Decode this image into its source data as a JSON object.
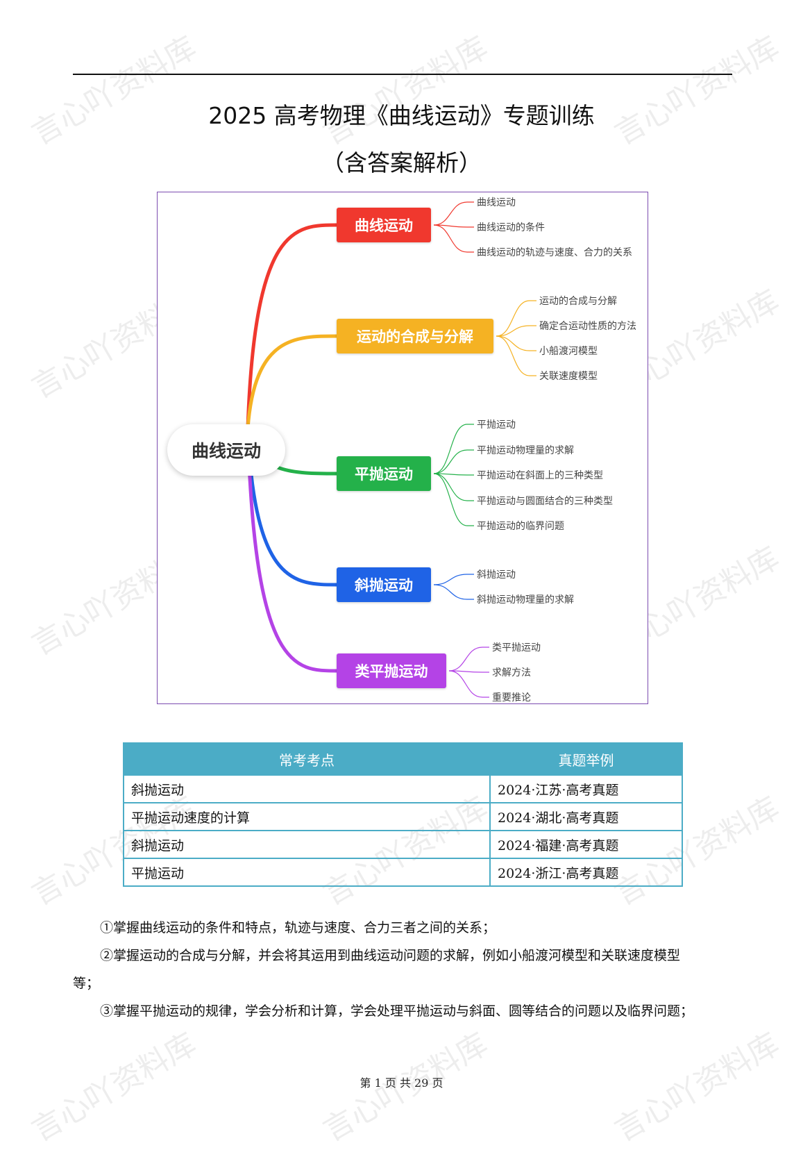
{
  "header": {
    "title_line1": "2025 高考物理《曲线运动》专题训练",
    "title_line2": "（含答案解析）"
  },
  "mindmap": {
    "root": "曲线运动",
    "branches": [
      {
        "label": "曲线运动",
        "color": "#f0382e",
        "leaves": [
          "曲线运动",
          "曲线运动的条件",
          "曲线运动的轨迹与速度、合力的关系"
        ]
      },
      {
        "label": "运动的合成与分解",
        "color": "#f5b223",
        "leaves": [
          "运动的合成与分解",
          "确定合运动性质的方法",
          "小船渡河模型",
          "关联速度模型"
        ]
      },
      {
        "label": "平抛运动",
        "color": "#24b14a",
        "leaves": [
          "平抛运动",
          "平抛运动物理量的求解",
          "平抛运动在斜面上的三种类型",
          "平抛运动与圆面结合的三种类型",
          "平抛运动的临界问题"
        ]
      },
      {
        "label": "斜抛运动",
        "color": "#1f63e6",
        "leaves": [
          "斜抛运动",
          "斜抛运动物理量的求解"
        ]
      },
      {
        "label": "类平抛运动",
        "color": "#b443e6",
        "leaves": [
          "类平抛运动",
          "求解方法",
          "重要推论"
        ]
      }
    ]
  },
  "table": {
    "headers": [
      "常考考点",
      "真题举例"
    ],
    "rows": [
      [
        "斜抛运动",
        "2024·江苏·高考真题"
      ],
      [
        "平抛运动速度的计算",
        "2024·湖北·高考真题"
      ],
      [
        "斜抛运动",
        "2024·福建·高考真题"
      ],
      [
        "平抛运动",
        "2024·浙江·高考真题"
      ]
    ]
  },
  "paragraphs": {
    "p1": "①掌握曲线运动的条件和特点，轨迹与速度、合力三者之间的关系；",
    "p2a": "②掌握运动的合成与分解，并会将其运用到曲线运动问题的求解，例如小船渡河模型和关联速度模型",
    "p2b": "等；",
    "p3": "③掌握平抛运动的规律，学会分析和计算，学会处理平抛运动与斜面、圆等结合的问题以及临界问题；"
  },
  "footer": {
    "text": "第 1 页 共 29 页"
  },
  "watermark": {
    "text": "言心吖资料库"
  }
}
